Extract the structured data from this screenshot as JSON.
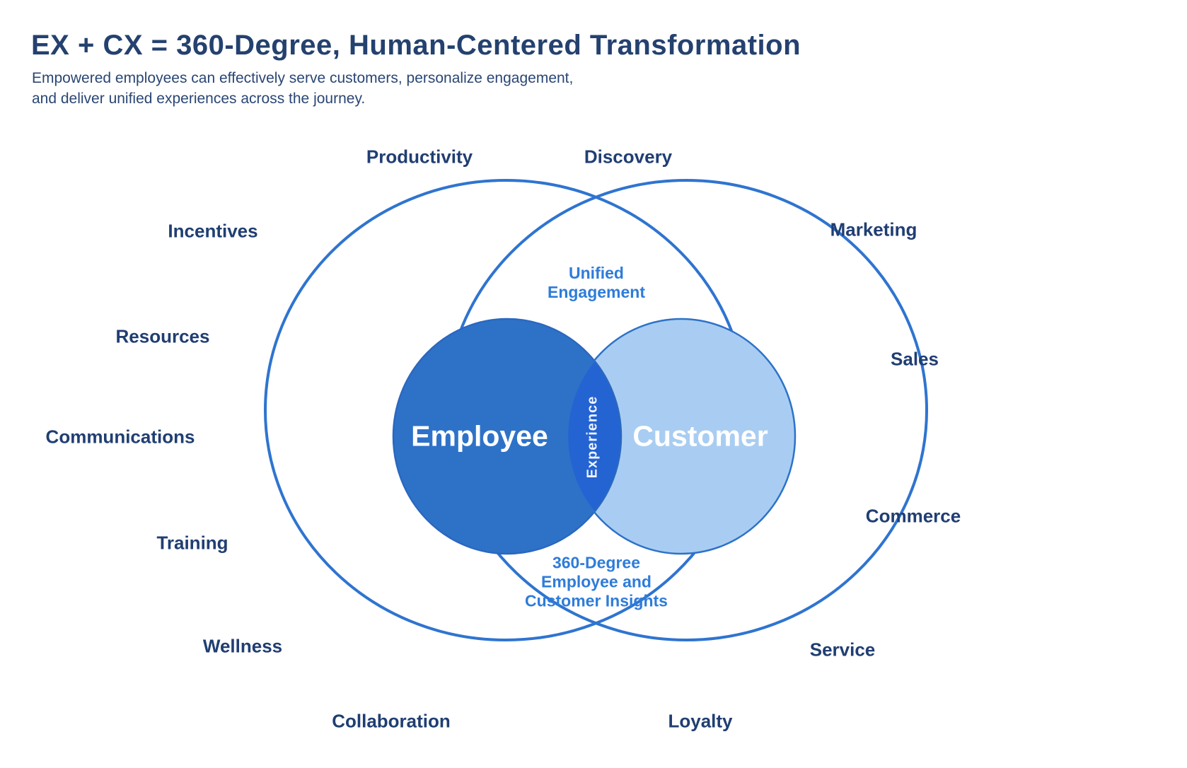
{
  "header": {
    "title": "EX + CX = 360-Degree, Human-Centered Transformation",
    "subtitle_lines": [
      "Empowered employees can effectively serve customers, personalize engagement,",
      "and deliver unified experiences across the journey."
    ]
  },
  "venn": {
    "employee_circle_label": "Employee",
    "customer_circle_label": "Customer",
    "overlap_label": "Experience",
    "top_caption_lines": [
      "Unified",
      "Engagement"
    ],
    "bottom_caption_lines": [
      "360-Degree",
      "Employee and",
      "Customer Insights"
    ],
    "employee_side_labels": [
      "Productivity",
      "Incentives",
      "Resources",
      "Communications",
      "Training",
      "Wellness",
      "Collaboration"
    ],
    "customer_side_labels": [
      "Discovery",
      "Marketing",
      "Sales",
      "Commerce",
      "Service",
      "Loyalty"
    ],
    "colors": {
      "outline_stroke": "#2f74d0",
      "employee_fill": "#2e72c8",
      "customer_fill": "#a9cdf2",
      "overlap_fill": "#2463d2",
      "side_label_text": "#203e72",
      "caption_text": "#2e7cd9",
      "circle_label_text": "#ffffff"
    }
  }
}
